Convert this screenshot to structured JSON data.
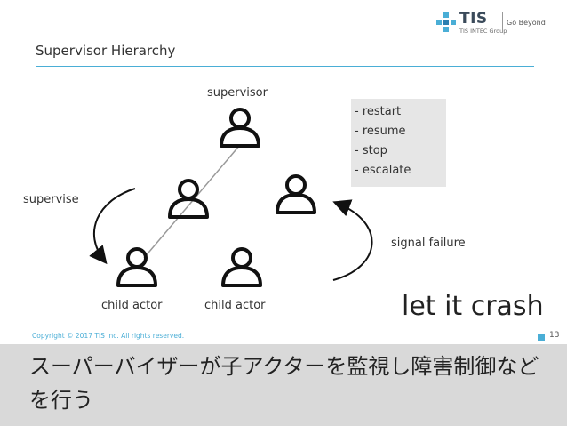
{
  "header": {
    "brand": "TIS",
    "brand_group": "TIS INTEC Group",
    "tagline": "Go Beyond",
    "accent_color": "#4aaed6"
  },
  "slide": {
    "title": "Supervisor Hierarchy",
    "labels": {
      "supervisor": "supervisor",
      "supervise": "supervise",
      "child_actor_1": "child actor",
      "child_actor_2": "child actor",
      "signal_failure": "signal failure"
    },
    "actions": [
      "- restart",
      "- resume",
      "- stop",
      "- escalate"
    ],
    "tagline": "let it crash",
    "icons": [
      "person-icon",
      "person-icon",
      "person-icon",
      "person-icon",
      "person-icon"
    ]
  },
  "footer": {
    "copyright": "Copyright © 2017 TIS Inc. All rights reserved.",
    "page_number": "13"
  },
  "caption": "スーパーバイザーが子アクターを監視し障害制御などを行う"
}
